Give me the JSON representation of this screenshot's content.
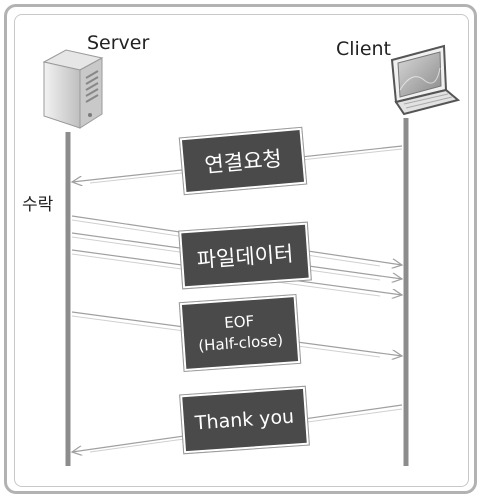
{
  "actors": {
    "server_label": "Server",
    "client_label": "Client"
  },
  "annotations": {
    "accept_label": "수락"
  },
  "messages": {
    "connect_request": "연결요청",
    "file_data": "파일데이터",
    "eof_line1": "EOF",
    "eof_line2": "(Half-close)",
    "thank_you": "Thank you"
  },
  "colors": {
    "frame": "#b2b2b2",
    "lifeline": "#8c8c8c",
    "message_box": "#4a4a4a",
    "message_text": "#ffffff",
    "arrow": "#a0a0a0"
  },
  "icons": {
    "server": "server-tower-icon",
    "client": "laptop-icon"
  }
}
